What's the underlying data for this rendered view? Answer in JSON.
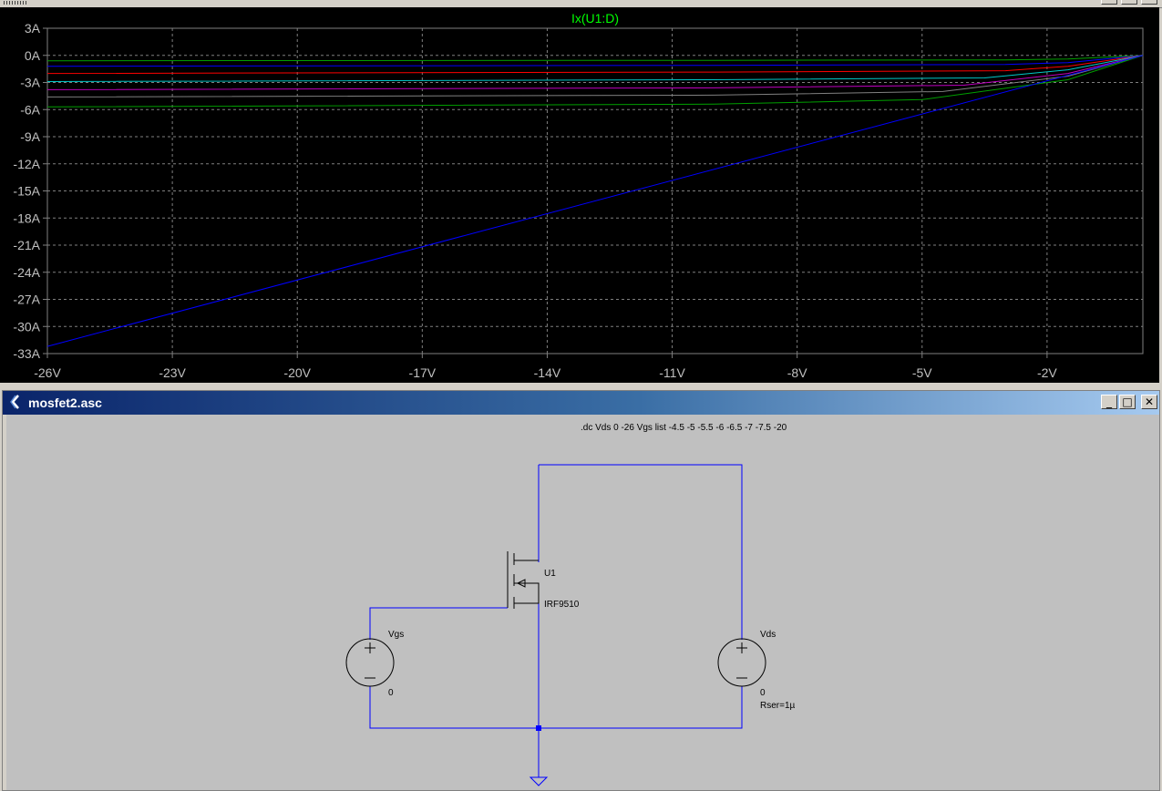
{
  "colors": {
    "plot_background": "#000000",
    "trace_title": "#00ff00",
    "grid": "#7f7f7f",
    "axis_text": "#c0c0c0",
    "wire": "#0000ff",
    "schematic_background": "#c0c0c0",
    "titlebar": "#0a246a"
  },
  "chart_data": {
    "type": "line",
    "title": "Ix(U1:D)",
    "xlabel": "",
    "ylabel": "",
    "xlim": [
      -26,
      0.3
    ],
    "ylim": [
      -33,
      3
    ],
    "grid": true,
    "x_ticks": [
      "-26V",
      "-23V",
      "-20V",
      "-17V",
      "-14V",
      "-11V",
      "-8V",
      "-5V",
      "-2V"
    ],
    "x_tick_values": [
      -26,
      -23,
      -20,
      -17,
      -14,
      -11,
      -8,
      -5,
      -2
    ],
    "y_ticks": [
      "3A",
      "0A",
      "-3A",
      "-6A",
      "-9A",
      "-12A",
      "-15A",
      "-18A",
      "-21A",
      "-24A",
      "-27A",
      "-30A",
      "-33A"
    ],
    "y_tick_values": [
      3,
      0,
      -3,
      -6,
      -9,
      -12,
      -15,
      -18,
      -21,
      -24,
      -27,
      -30,
      -33
    ],
    "series": [
      {
        "color": "#00a000",
        "points": [
          [
            -26,
            -0.6
          ],
          [
            -10,
            -0.55
          ],
          [
            -3,
            -0.5
          ],
          [
            -1.5,
            -0.4
          ],
          [
            0.3,
            0
          ]
        ]
      },
      {
        "color": "#0000ff",
        "points": [
          [
            -26,
            -1.2
          ],
          [
            -10,
            -1.1
          ],
          [
            -3,
            -1.0
          ],
          [
            -1.5,
            -0.8
          ],
          [
            0.3,
            0
          ]
        ]
      },
      {
        "color": "#ff0000",
        "points": [
          [
            -26,
            -2.0
          ],
          [
            -10,
            -1.85
          ],
          [
            -3,
            -1.7
          ],
          [
            -1.5,
            -1.2
          ],
          [
            0.3,
            0
          ]
        ]
      },
      {
        "color": "#00c8c8",
        "points": [
          [
            -26,
            -2.9
          ],
          [
            -10,
            -2.7
          ],
          [
            -3.5,
            -2.5
          ],
          [
            -1.5,
            -1.6
          ],
          [
            0.3,
            0
          ]
        ]
      },
      {
        "color": "#c000c0",
        "points": [
          [
            -26,
            -3.8
          ],
          [
            -10,
            -3.6
          ],
          [
            -4,
            -3.3
          ],
          [
            -1.5,
            -2.0
          ],
          [
            0.3,
            0
          ]
        ]
      },
      {
        "color": "#808080",
        "points": [
          [
            -26,
            -4.6
          ],
          [
            -10,
            -4.4
          ],
          [
            -4.5,
            -4.0
          ],
          [
            -1.5,
            -2.3
          ],
          [
            0.3,
            0
          ]
        ]
      },
      {
        "color": "#00a000",
        "points": [
          [
            -26,
            -5.7
          ],
          [
            -10,
            -5.4
          ],
          [
            -5,
            -4.9
          ],
          [
            -1.5,
            -2.7
          ],
          [
            0.3,
            0
          ]
        ]
      },
      {
        "color": "#0000ff",
        "points": [
          [
            -26,
            -32.2
          ],
          [
            0.3,
            0
          ]
        ]
      }
    ]
  },
  "schematic": {
    "window_title": "mosfet2.asc",
    "directive": ".dc Vds 0 -26  Vgs list  -4.5 -5 -5.5 -6 -6.5 -7 -7.5 -20",
    "mosfet_name": "U1",
    "mosfet_model": "IRF9510",
    "vgs_name": "Vgs",
    "vgs_value": "0",
    "vds_name": "Vds",
    "vds_value": "0",
    "vds_rser": "Rser=1µ",
    "minimize_glyph": "_",
    "maximize_glyph": "□",
    "close_glyph": "✕"
  }
}
